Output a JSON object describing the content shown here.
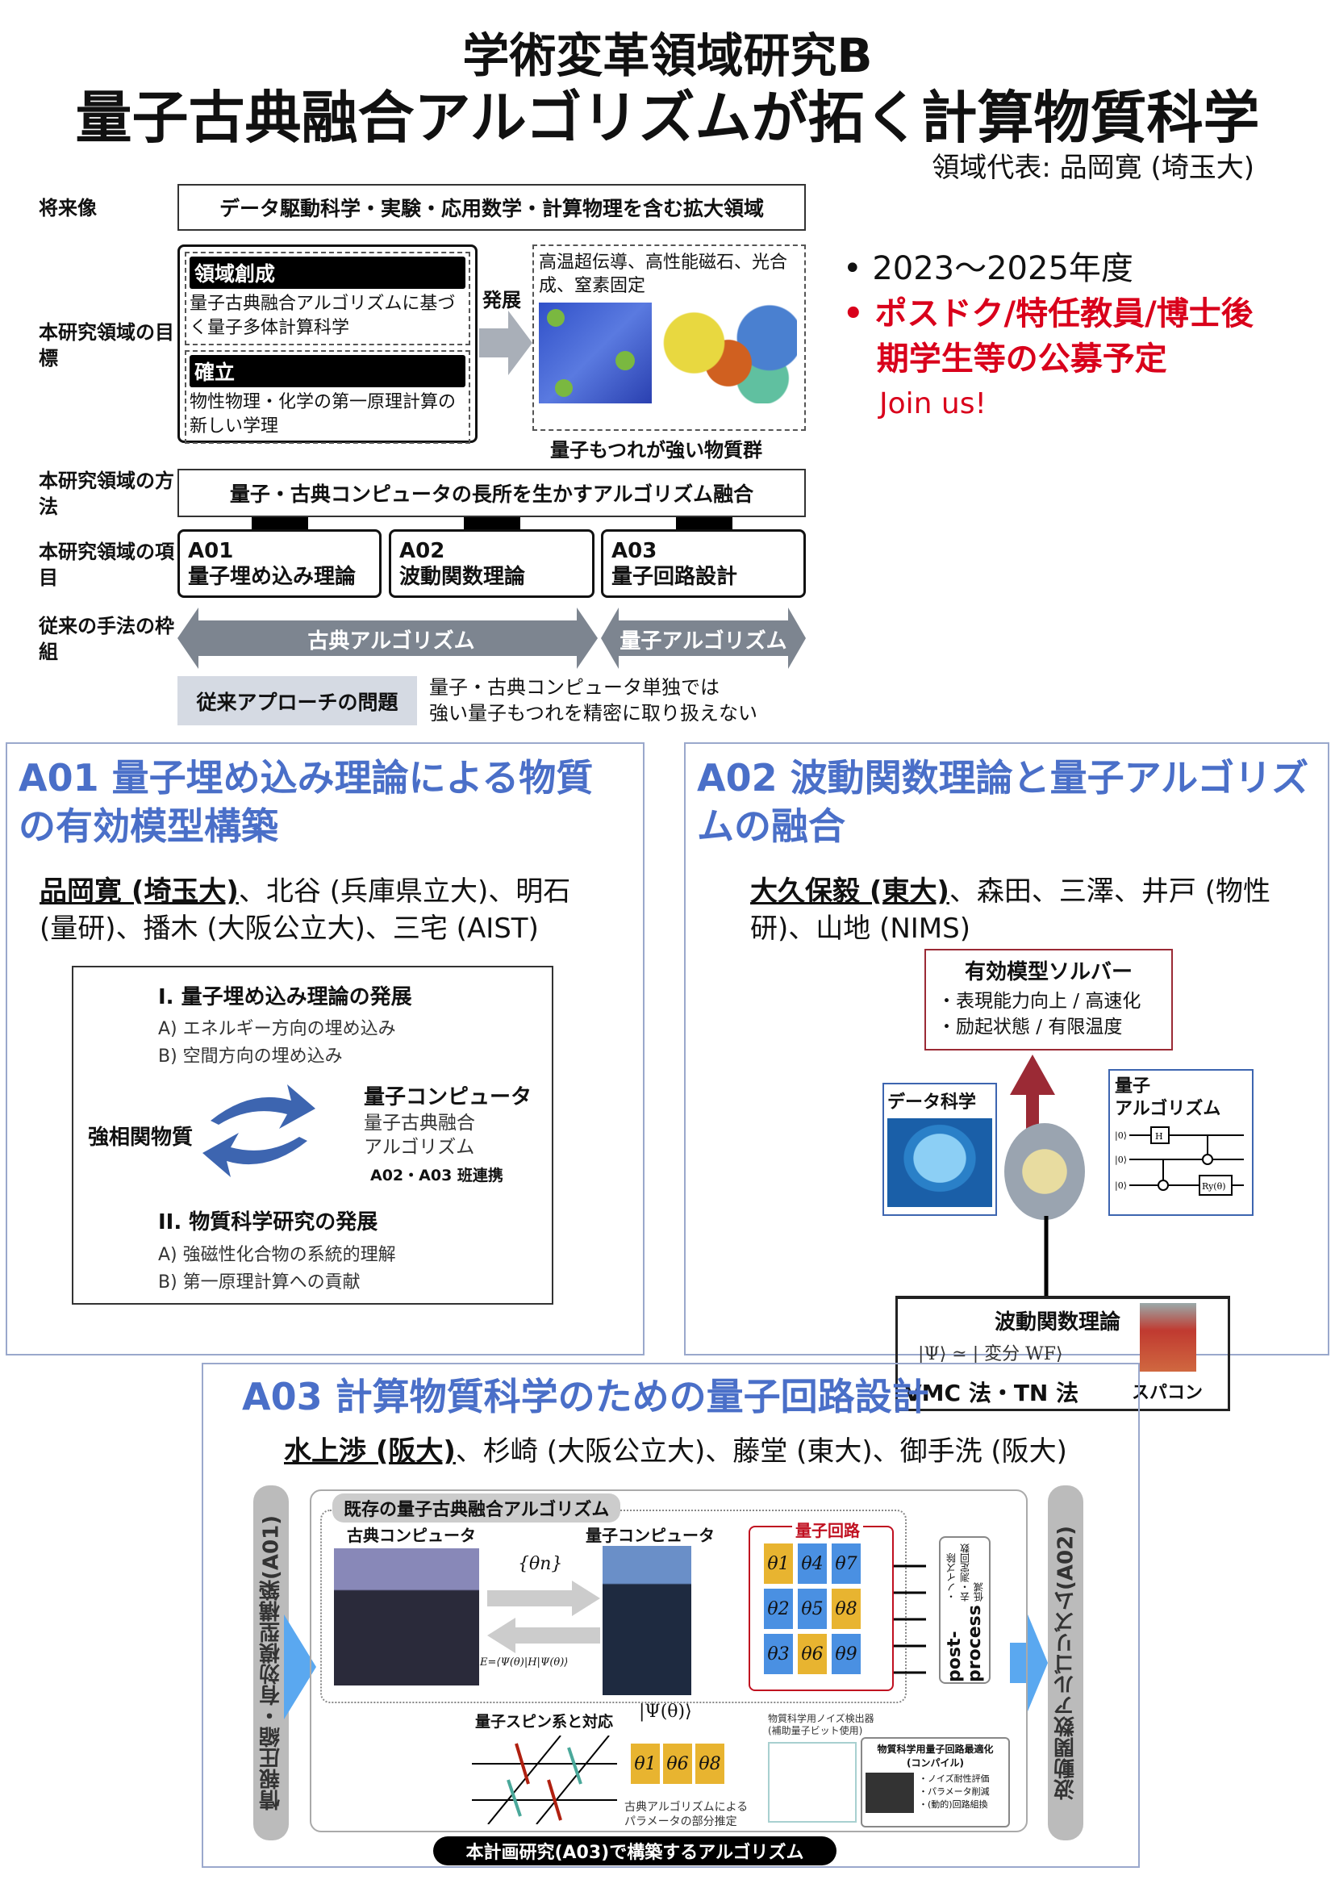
{
  "title": {
    "line1": "学術変革領域研究B",
    "line2": "量子古典融合アルゴリズムが拓く計算物質科学",
    "representative": "領域代表: 品岡寛 (埼玉大)"
  },
  "overview": {
    "future_label": "将来像",
    "future_text": "データ駆動科学・実験・応用数学・計算物理を含む拡大領域",
    "goal_label": "本研究領域の目標",
    "goal1_head": "領域創成",
    "goal1_text": "量子古典融合アルゴリズムに基づく量子多体計算科学",
    "goal2_head": "確立",
    "goal2_text": "物性物理・化学の第一原理計算の新しい学理",
    "develop": "発展",
    "materials_text": "高温超伝導、高性能磁石、光合成、窒素固定",
    "materials_caption": "量子もつれが強い物質群",
    "method_label": "本研究領域の方法",
    "method_text": "量子・古典コンピュータの長所を生かすアルゴリズム融合",
    "items_label": "本研究領域の項目",
    "items": [
      {
        "code": "A01",
        "name": "量子埋め込み理論"
      },
      {
        "code": "A02",
        "name": "波動関数理論"
      },
      {
        "code": "A03",
        "name": "量子回路設計"
      }
    ],
    "framework_label": "従来の手法の枠組",
    "classical": "古典アルゴリズム",
    "quantum": "量子アルゴリズム",
    "problem_label": "従来アプローチの問題",
    "problem_text1": "量子・古典コンピュータ単独では",
    "problem_text2": "強い量子もつれを精密に取り扱えない"
  },
  "notice": {
    "years": "2023〜2025年度",
    "recruit1": "ポスドク/特任教員/博士後",
    "recruit2": "期学生等の公募予定",
    "join": "Join us!",
    "accent": "#d9001b"
  },
  "a01": {
    "title1": "A01 量子埋め込み理論による物質",
    "title2": "の有効模型構築",
    "lead": "品岡寛 (埼玉大)",
    "members1": "、北谷 (兵庫県立大)、明石",
    "members2": "(量研)、播木 (大阪公立大)、三宅 (AIST)",
    "s1": "I. 量子埋め込み理論の発展",
    "s1a": "A) エネルギー方向の埋め込み",
    "s1b": "B) 空間方向の埋め込み",
    "strong": "強相関物質",
    "qc": "量子コンピュータ",
    "hybrid1": "量子古典融合",
    "hybrid2": "アルゴリズム",
    "collab": "A02・A03 班連携",
    "s2": "II. 物質科学研究の発展",
    "s2a": "A) 強磁性化合物の系統的理解",
    "s2b": "B) 第一原理計算への貢献"
  },
  "a02": {
    "title1": "A02 波動関数理論と量子アルゴリズ",
    "title2": "ムの融合",
    "lead": "大久保毅 (東大)",
    "members1": "、森田、三澤、井戸 (物性",
    "members2": "研)、山地 (NIMS)",
    "solver": "有効模型ソルバー",
    "solver1": "・表現能力向上 / 高速化",
    "solver2": "・励起状態 / 有限温度",
    "datasci": "データ科学",
    "qalgo1": "量子",
    "qalgo2": "アルゴリズム",
    "wf": "波動関数理論",
    "formula": "|Ψ⟩ ≃ | 変分 WF⟩",
    "methods": "VMC 法・TN 法",
    "super": "スパコン"
  },
  "a03": {
    "title": "A03 計算物質科学のための量子回路設計",
    "lead": "水上渉 (阪大)",
    "members": "、杉崎 (大阪公立大)、藤堂 (東大)、御手洗 (阪大)",
    "left": "情報圧縮・有効模型構築(A01)",
    "right": "波動関数アルゴリズム(A02)",
    "existing": "既存の量子古典融合アルゴリズム",
    "classical_pc": "古典コンピュータ",
    "quantum_pc": "量子コンピュータ",
    "params": "{θn}",
    "energy": "E=⟨Ψ(θ)|H|Ψ(θ)⟩",
    "circuit": "量子回路",
    "thetas": [
      "θ1",
      "θ4",
      "θ7",
      "θ2",
      "θ5",
      "θ8",
      "θ3",
      "θ6",
      "θ9"
    ],
    "post": "post-process",
    "post_sub": "・ノイズ除去・測定回数低減",
    "spin": "量子スピン系と対応",
    "state": "|Ψ(θ)⟩",
    "partial_thetas": [
      "θ1",
      "θ6",
      "θ8"
    ],
    "partial1": "古典アルゴリズムによる",
    "partial2": "パラメータの部分推定",
    "noise1": "物質科学用ノイズ検出器",
    "noise2": "(補助量子ビット使用)",
    "opt1": "物質科学用量子回路最適化",
    "opt2": "(コンパイル)",
    "opt_items": [
      "・ノイズ耐性評価",
      "・パラメータ削減",
      "・(動的)回路組換"
    ],
    "bottom": "本計画研究(A03)で構築するアルゴリズム"
  }
}
